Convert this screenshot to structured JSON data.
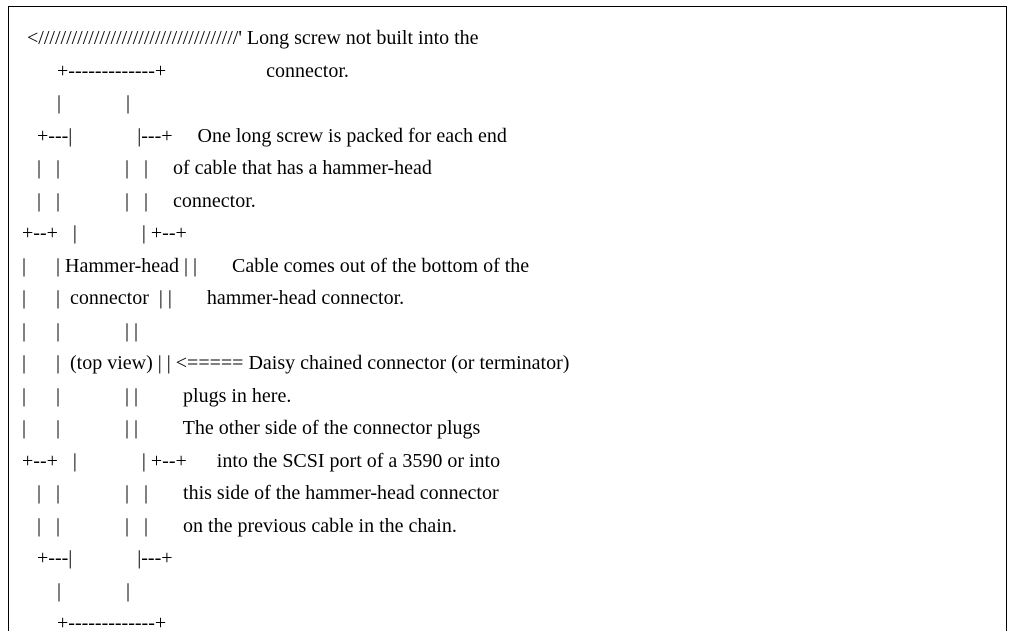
{
  "diagram": {
    "lines": [
      " <////////////////////////////////////' Long screw not built into the",
      "       +-------------+                    connector.",
      "       |             |",
      "   +---|             |---+     One long screw is packed for each end",
      "   |   |             |   |     of cable that has a hammer-head",
      "   |   |             |   |     connector.",
      "+--+   |             | +--+",
      "|      | Hammer-head | |       Cable comes out of the bottom of the",
      "|      |  connector  | |       hammer-head connector.",
      "|      |             | |",
      "|      |  (top view) | | <===== Daisy chained connector (or terminator)",
      "|      |             | |         plugs in here.",
      "|      |             | |         The other side of the connector plugs",
      "+--+   |             | +--+      into the SCSI port of a 3590 or into",
      "   |   |             |   |       this side of the hammer-head connector",
      "   |   |             |   |       on the previous cable in the chain.",
      "   +---|             |---+",
      "       |             |",
      "       +-------------+"
    ]
  }
}
